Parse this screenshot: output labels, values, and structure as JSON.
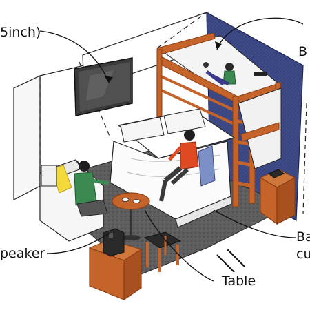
{
  "labels": {
    "tv": "5inch)",
    "bunk": "B",
    "speaker": "peaker",
    "bath": "Ba",
    "curtain": "cu",
    "table": "Table"
  },
  "colors": {
    "wall_blue": "#3f4b86",
    "wood": "#c4632a",
    "wood_dark": "#8a3f15",
    "floor": "#585858",
    "tv_screen": "#3a3a3a",
    "shirt_red": "#e04a23",
    "shirt_green": "#3c8a52",
    "pillow_yellow": "#f3da3a",
    "coat_blue": "#7d8fc7",
    "speaker_black": "#2a2a2a"
  }
}
